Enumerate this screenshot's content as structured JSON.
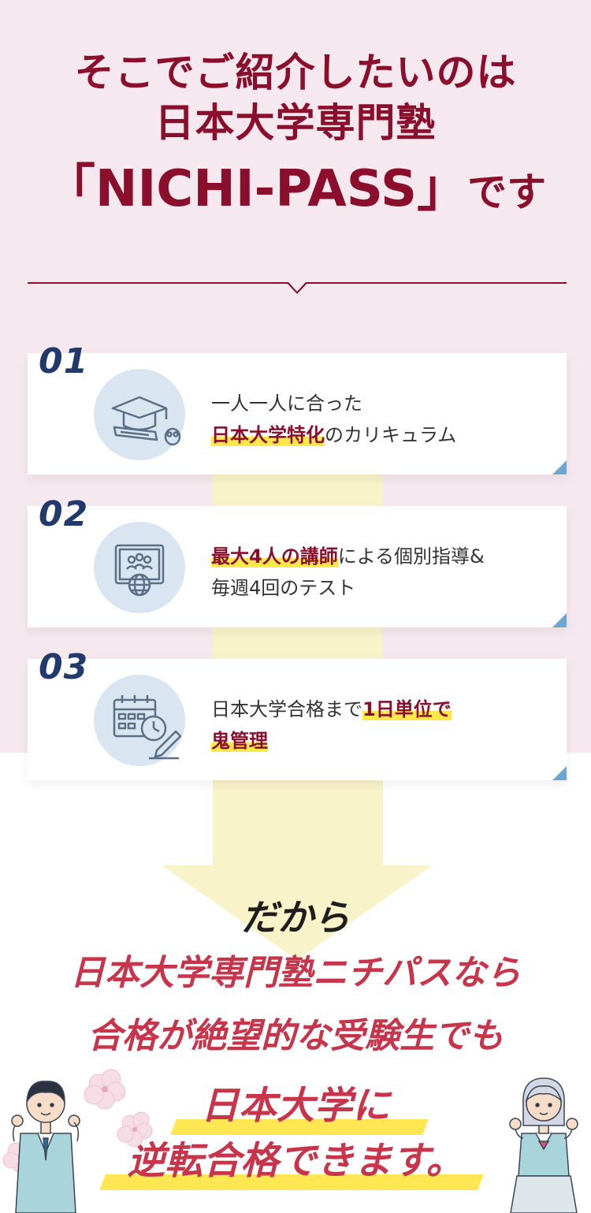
{
  "headline": {
    "line1": "そこでご紹介したいのは",
    "line2": "日本大学専門塾",
    "line3_main": "「NICHI-PASS」",
    "line3_suffix": "です"
  },
  "features": [
    {
      "number": "01",
      "icon": "graduation-cap-icon",
      "line1": "一人一人に合った",
      "highlight": "日本大学特化",
      "after": "のカリキュラム"
    },
    {
      "number": "02",
      "icon": "online-class-globe-icon",
      "highlight": "最大4人の講師",
      "after": "による個別指導&",
      "line2": "毎週4回のテスト"
    },
    {
      "number": "03",
      "icon": "calendar-clock-icon",
      "before": "日本大学合格まで",
      "highlight": "1日単位で",
      "highlight2": "鬼管理"
    }
  ],
  "result": {
    "lead": "だから",
    "line1": "日本大学専門塾ニチパスなら",
    "line2": "合格が絶望的な受験生でも",
    "line3": "日本大学に",
    "line4": "逆転合格できます。"
  },
  "colors": {
    "brand": "#8b0f2c",
    "accent_red": "#c8344a",
    "highlight_yellow": "#ffe94a",
    "card_corner": "#6fa6cf",
    "pink_bg": "#f5e8ee"
  }
}
